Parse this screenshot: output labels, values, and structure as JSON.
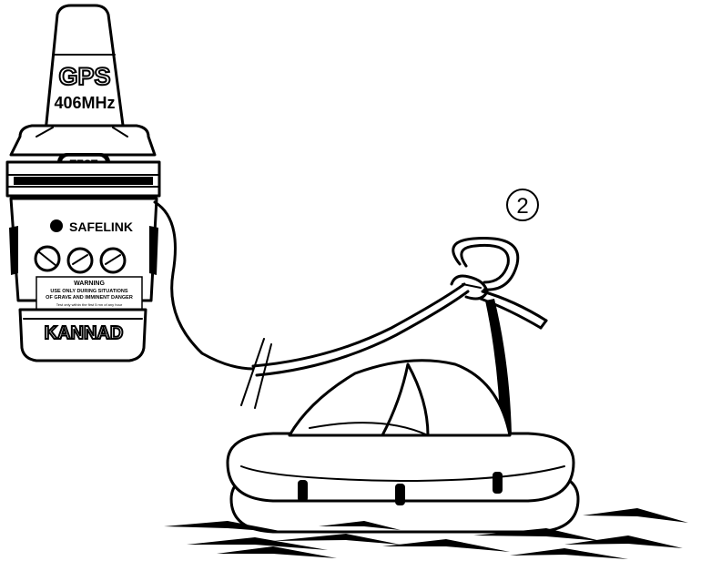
{
  "beacon": {
    "antenna_label_1": "GPS",
    "antenna_label_2": "406MHz",
    "test_button": "TEST",
    "brand": "SAFELINK",
    "warning_title": "WARNING",
    "warning_line_1": "USE ONLY DURING SITUATIONS",
    "warning_line_2": "OF GRAVE AND IMMINENT DANGER",
    "warning_line_3": "Test only within the first 5 mn of any hour",
    "maker": "KANNAD"
  },
  "step": {
    "number": "2"
  },
  "colors": {
    "ink": "#000000",
    "background": "#ffffff"
  }
}
